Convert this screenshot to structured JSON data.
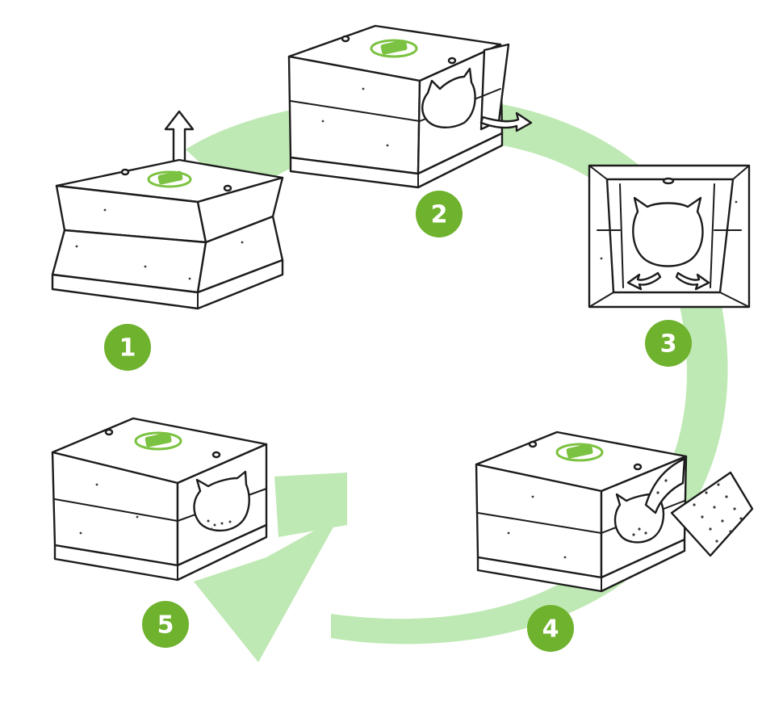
{
  "colors": {
    "cycle_arrow": "#bfe9b4",
    "badge": "#6fb22e",
    "logo": "#7cc242",
    "ink": "#1c1c1c"
  },
  "steps": [
    {
      "number": "1",
      "icon": "box-lift-lid-icon"
    },
    {
      "number": "2",
      "icon": "box-pull-tray-icon"
    },
    {
      "number": "3",
      "icon": "box-top-view-icon"
    },
    {
      "number": "4",
      "icon": "box-pour-litter-icon"
    },
    {
      "number": "5",
      "icon": "box-assembled-icon"
    }
  ]
}
